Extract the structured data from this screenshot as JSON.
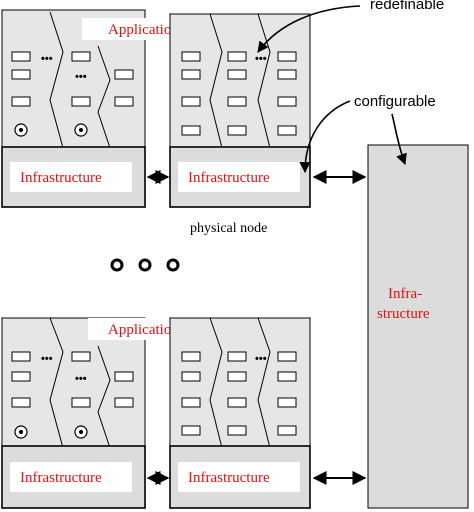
{
  "labels": {
    "application": "Application",
    "infrastructure": "Infrastructure",
    "physical_node": "physical node",
    "redefinable": "redefinable",
    "configurable": "configurable",
    "big_infra_line1": "Infra-",
    "big_infra_line2": "structure"
  },
  "colors": {
    "panel_fill": "#e6e6e6",
    "infra_fill": "#dcdcdc",
    "label_red": "#e01010",
    "stroke": "#000000"
  },
  "icons": [
    "gear-icon",
    "bidirectional-arrow-icon",
    "ellipsis-icon"
  ]
}
